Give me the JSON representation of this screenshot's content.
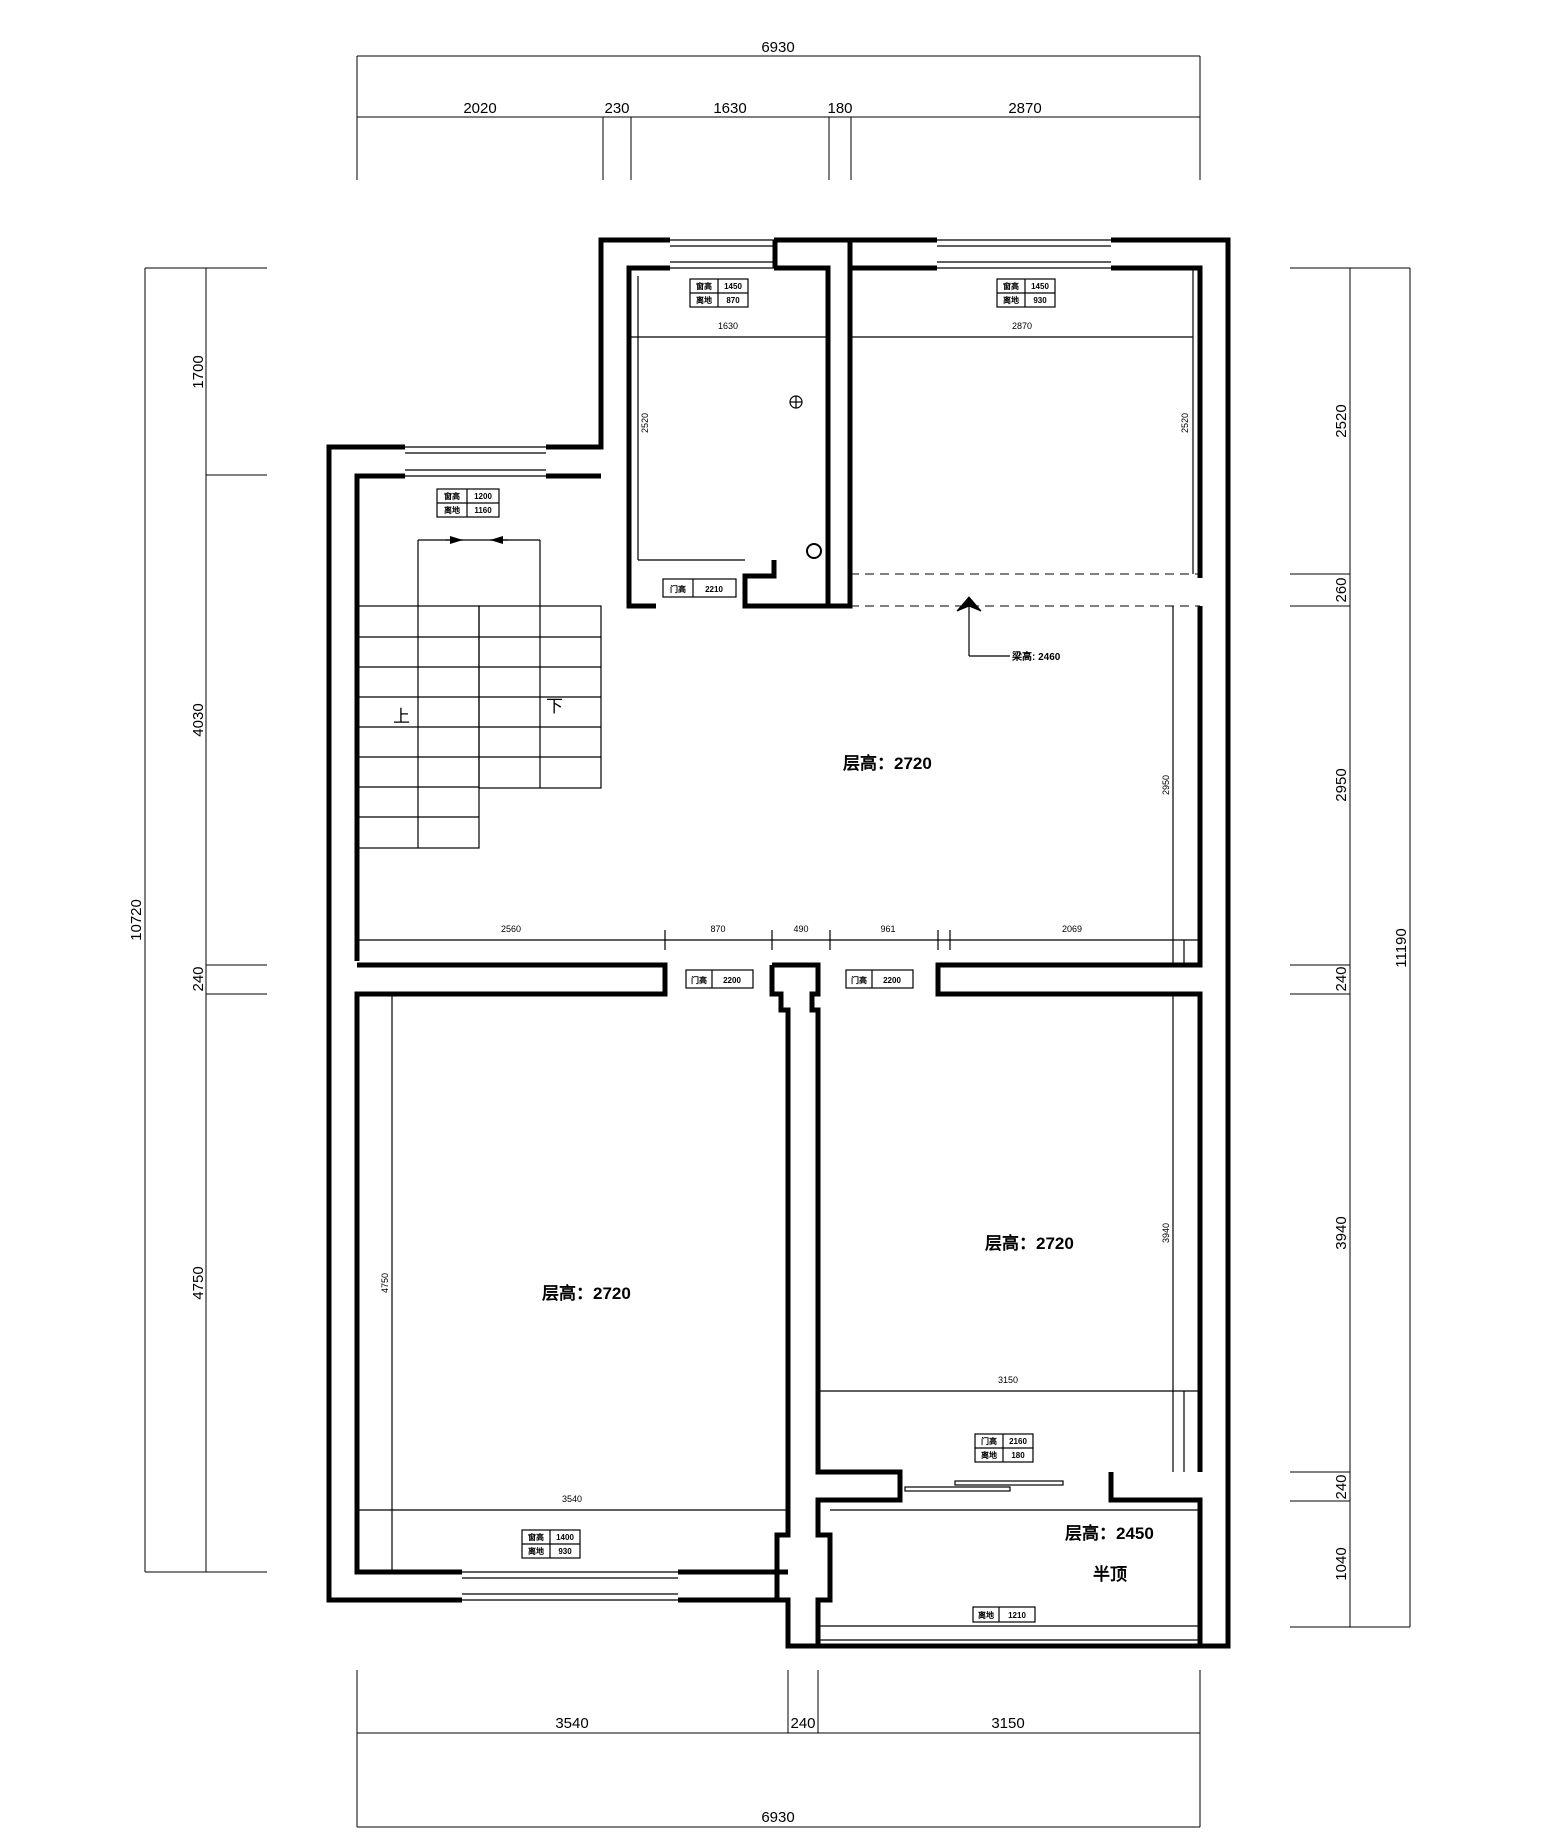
{
  "dimensions": {
    "top_overall": "6930",
    "top_segments": [
      "2020",
      "230",
      "1630",
      "180",
      "2870"
    ],
    "bottom_overall": "6930",
    "bottom_segments": [
      "3540",
      "240",
      "3150"
    ],
    "left_overall": "10720",
    "left_segments": [
      "1700",
      "4030",
      "240",
      "4750"
    ],
    "right_overall": "11190",
    "right_segments": [
      "2520",
      "260",
      "2950",
      "240",
      "3940",
      "240",
      "1040"
    ]
  },
  "inner_dims": {
    "room_a_width": "1630",
    "room_a_depth": "2520",
    "room_b_width": "2870",
    "room_b_depth": "2520",
    "hall_segments": [
      "2560",
      "870",
      "490",
      "961",
      "2069"
    ],
    "hall_depth": "2950",
    "left_room_width": "3540",
    "left_room_depth": "4750",
    "right_room_width": "3150",
    "right_room_depth": "3940"
  },
  "tags": {
    "win_stair": {
      "k1": "窗高",
      "v1": "1200",
      "k2": "离地",
      "v2": "1160"
    },
    "win_a": {
      "k1": "窗高",
      "v1": "1450",
      "k2": "离地",
      "v2": "870"
    },
    "win_b": {
      "k1": "窗高",
      "v1": "1450",
      "k2": "离地",
      "v2": "930"
    },
    "win_left": {
      "k1": "窗高",
      "v1": "1400",
      "k2": "离地",
      "v2": "930"
    },
    "door_a": {
      "k": "门高",
      "v": "2210"
    },
    "door_left": {
      "k": "门高",
      "v": "2200"
    },
    "door_right": {
      "k": "门高",
      "v": "2200"
    },
    "balcony_door": {
      "k1": "门高",
      "v1": "2160",
      "k2": "离地",
      "v2": "180"
    },
    "win_bottom": {
      "k": "离地",
      "v": "1210"
    }
  },
  "beam_label": "梁高: 2460",
  "rooms": {
    "hall": "层高：2720",
    "left": "层高：2720",
    "right": "层高：2720",
    "balcony_height": "层高：2450",
    "balcony_note": "半顶"
  },
  "stairs": {
    "up": "上",
    "down": "下"
  }
}
